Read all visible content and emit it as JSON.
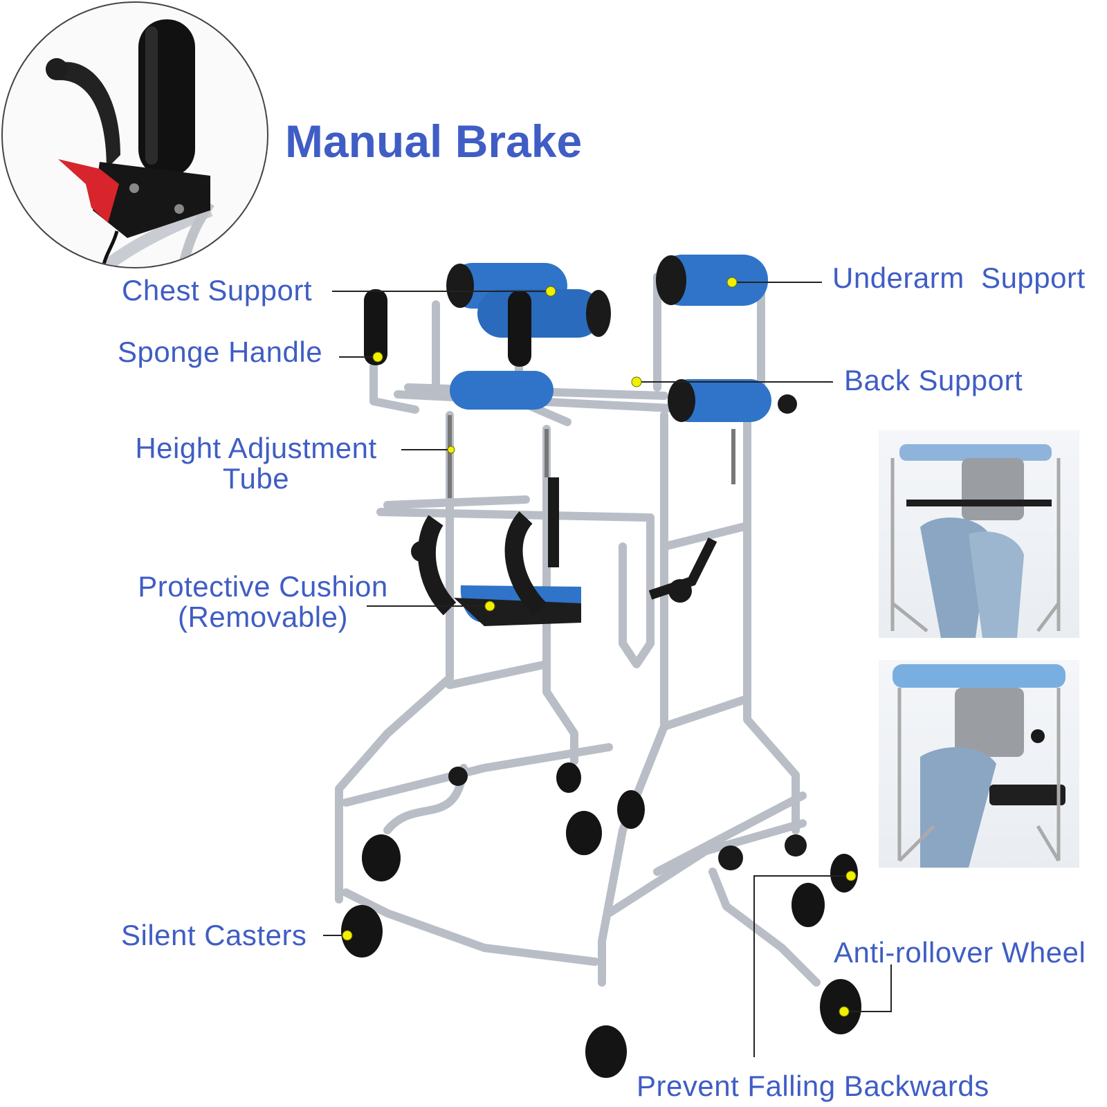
{
  "title": "Manual Brake",
  "labels": {
    "chest_support": "Chest Support",
    "sponge_handle": "Sponge Handle",
    "height_adjustment_line1": "Height Adjustment",
    "height_adjustment_line2": "Tube",
    "protective_cushion_line1": "Protective Cushion",
    "protective_cushion_line2": "(Removable)",
    "silent_casters": "Silent Casters",
    "underarm_support": "Underarm  Support",
    "back_support": "Back Support",
    "anti_rollover_wheel": "Anti-rollover Wheel",
    "prevent_falling_backwards": "Prevent Falling Backwards"
  },
  "colors": {
    "label_text": "#3f5dc4",
    "pad_blue": "#2f74c8",
    "pad_blue_dark": "#1f4f96",
    "marker_yellow": "#f0f000",
    "brake_red": "#d8242c",
    "foam_black": "#1a1a1a",
    "chrome": "#b9bec6"
  }
}
